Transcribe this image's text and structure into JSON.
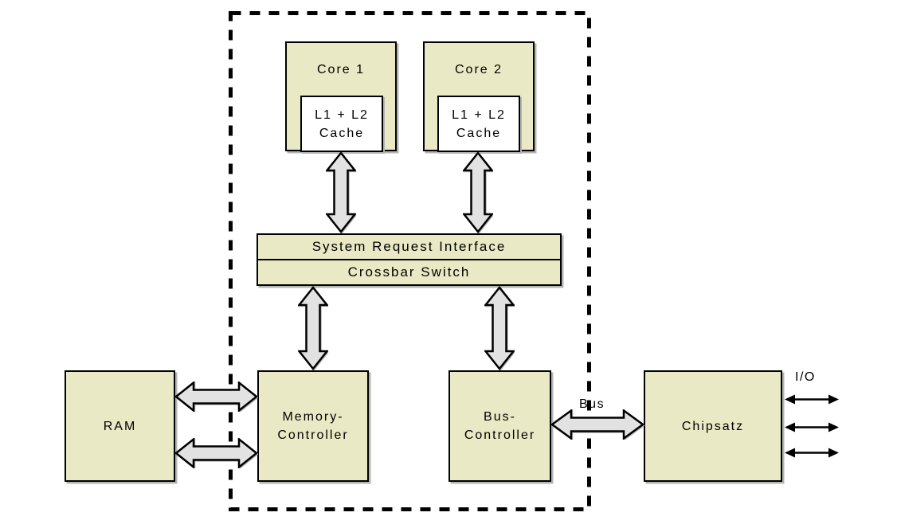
{
  "blocks": {
    "core1": {
      "label": "Core 1"
    },
    "core2": {
      "label": "Core 2"
    },
    "cache1": {
      "line1": "L1 + L2",
      "line2": "Cache"
    },
    "cache2": {
      "line1": "L1 + L2",
      "line2": "Cache"
    },
    "sri": {
      "label": "System Request Interface"
    },
    "crossbar": {
      "label": "Crossbar Switch"
    },
    "ram": {
      "label": "RAM"
    },
    "memory_controller": {
      "line1": "Memory-",
      "line2": "Controller"
    },
    "bus_controller": {
      "line1": "Bus-",
      "line2": "Controller"
    },
    "chipsatz": {
      "label": "Chipsatz"
    }
  },
  "labels": {
    "bus": "Bus",
    "io": "I/O"
  },
  "connections": [
    {
      "from": "L1 + L2 Cache (Core 1)",
      "to": "System Request Interface",
      "style": "block-double-arrow",
      "orientation": "vertical"
    },
    {
      "from": "L1 + L2 Cache (Core 2)",
      "to": "System Request Interface",
      "style": "block-double-arrow",
      "orientation": "vertical"
    },
    {
      "from": "Crossbar Switch",
      "to": "Memory-Controller",
      "style": "block-double-arrow",
      "orientation": "vertical"
    },
    {
      "from": "Crossbar Switch",
      "to": "Bus-Controller",
      "style": "block-double-arrow",
      "orientation": "vertical"
    },
    {
      "from": "RAM",
      "to": "Memory-Controller",
      "style": "block-double-arrow",
      "orientation": "horizontal",
      "count": 2
    },
    {
      "from": "Bus-Controller",
      "to": "Chipsatz",
      "style": "block-double-arrow",
      "orientation": "horizontal",
      "label": "Bus"
    },
    {
      "from": "Chipsatz",
      "to": "I/O",
      "style": "thin-double-arrow",
      "orientation": "horizontal",
      "count": 3
    }
  ],
  "colors": {
    "block_fill": "#e9e9c5",
    "cache_fill": "#ffffff",
    "arrow_fill": "#e2e2e2",
    "line": "#000000",
    "shadow": "#b4b4b4",
    "background": "#ffffff"
  }
}
